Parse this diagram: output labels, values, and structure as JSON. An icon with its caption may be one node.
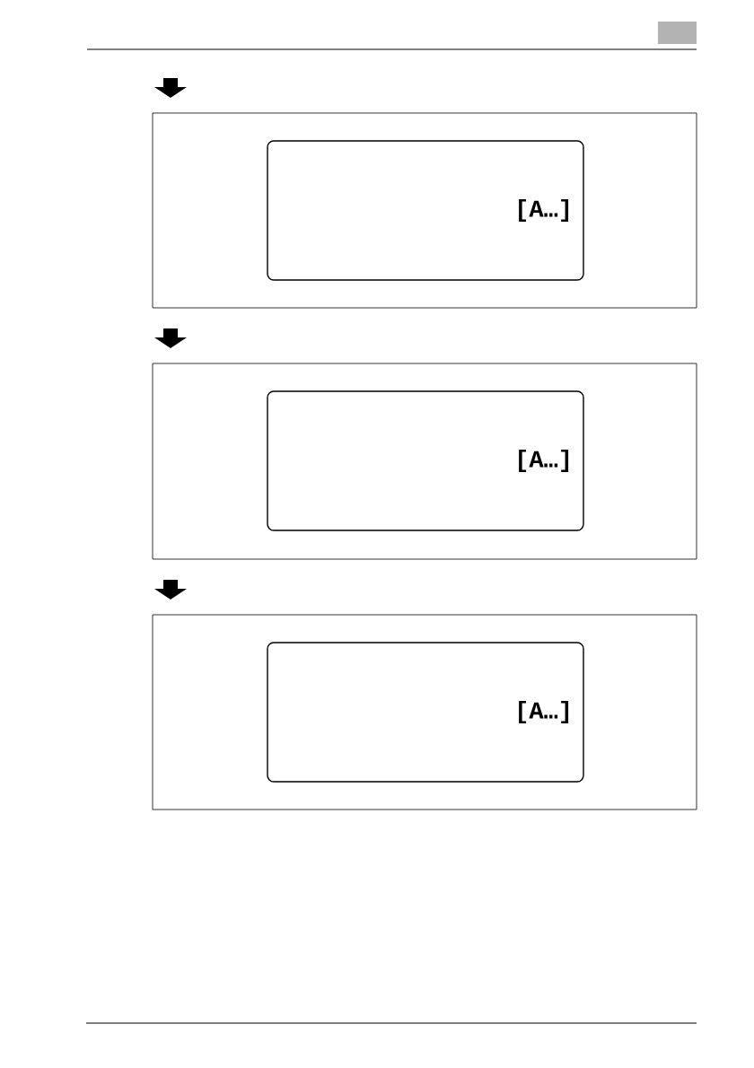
{
  "diagram": {
    "nodes": [
      {
        "text": [],
        "shape": "box"
      },
      {
        "text": [
          "[A…]"
        ],
        "in": 0
      },
      {
        "text": [],
        "shape": "box"
      },
      {
        "text": [
          "[A…]"
        ],
        "in": 2
      },
      {
        "text": [],
        "shape": "box"
      },
      {
        "text": [
          "[A…]"
        ],
        "in": 4
      }
    ]
  }
}
